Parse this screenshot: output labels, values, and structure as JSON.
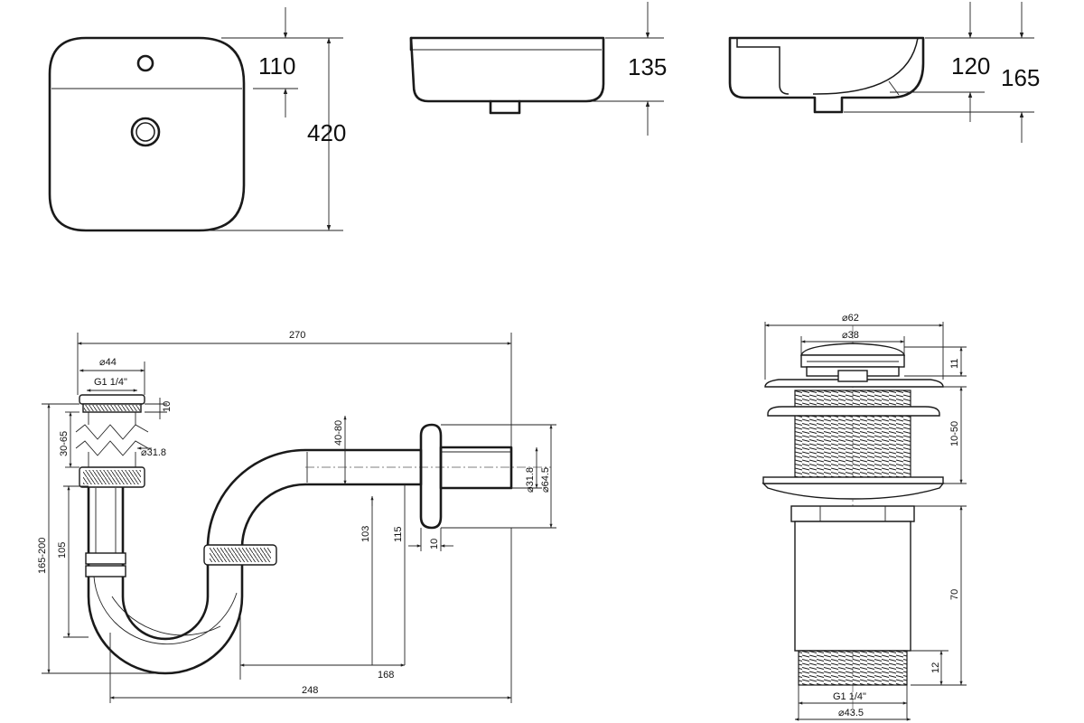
{
  "basin_dims": {
    "overflow_height": "110",
    "depth": "420",
    "front_height": "135",
    "side_inner_height": "120",
    "side_total_height": "165"
  },
  "siphon_dims": {
    "total_length": "270",
    "flange_diameter": "⌀44",
    "thread": "G1 1/4\"",
    "top_ring": "10",
    "adjust_range": "30-65",
    "pipe_diameter": "⌀31.8",
    "height_range": "165-200",
    "left_height": "105",
    "wall_adjust": "40-80",
    "outlet_diameter": "⌀31.8",
    "rosette_diameter": "⌀64.5",
    "outlet_height_a": "103",
    "outlet_height_b": "115",
    "rosette_thickness": "10",
    "trap_width": "168",
    "overall_width": "248"
  },
  "valve_dims": {
    "cap_diameter": "⌀62",
    "inner_diameter": "⌀38",
    "cap_height": "11",
    "clamp_range": "10-50",
    "body_length": "70",
    "thread_length": "12",
    "bottom_thread": "G1 1/4\"",
    "bottom_diameter": "⌀43.5"
  }
}
